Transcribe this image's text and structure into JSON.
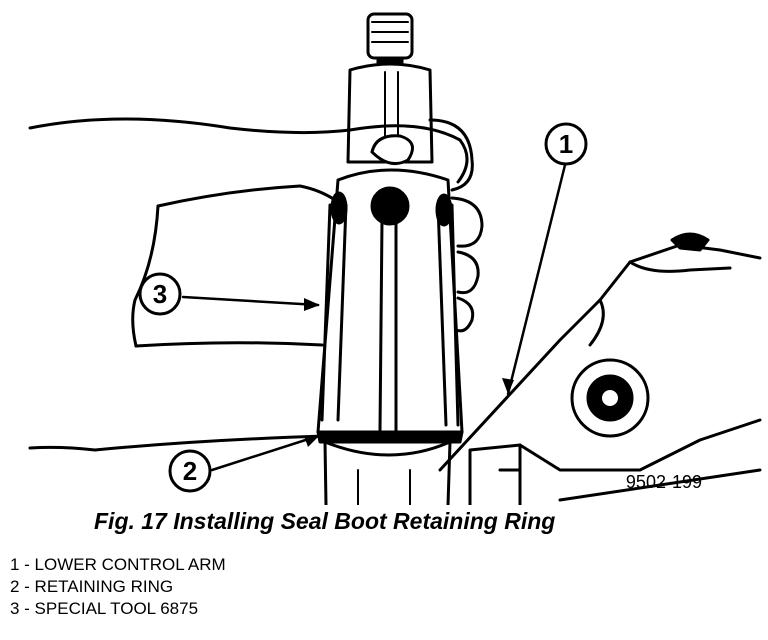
{
  "figure": {
    "caption": "Fig. 17 Installing Seal Boot Retaining Ring",
    "number_code": "9502-199"
  },
  "callouts": [
    {
      "label": "1",
      "text": "LOWER CONTROL ARM"
    },
    {
      "label": "2",
      "text": "RETAINING RING"
    },
    {
      "label": "3",
      "text": "SPECIAL TOOL 6875"
    }
  ],
  "legend": [
    "1 - LOWER CONTROL ARM",
    "2 - RETAINING RING",
    "3 - SPECIAL TOOL 6875"
  ]
}
